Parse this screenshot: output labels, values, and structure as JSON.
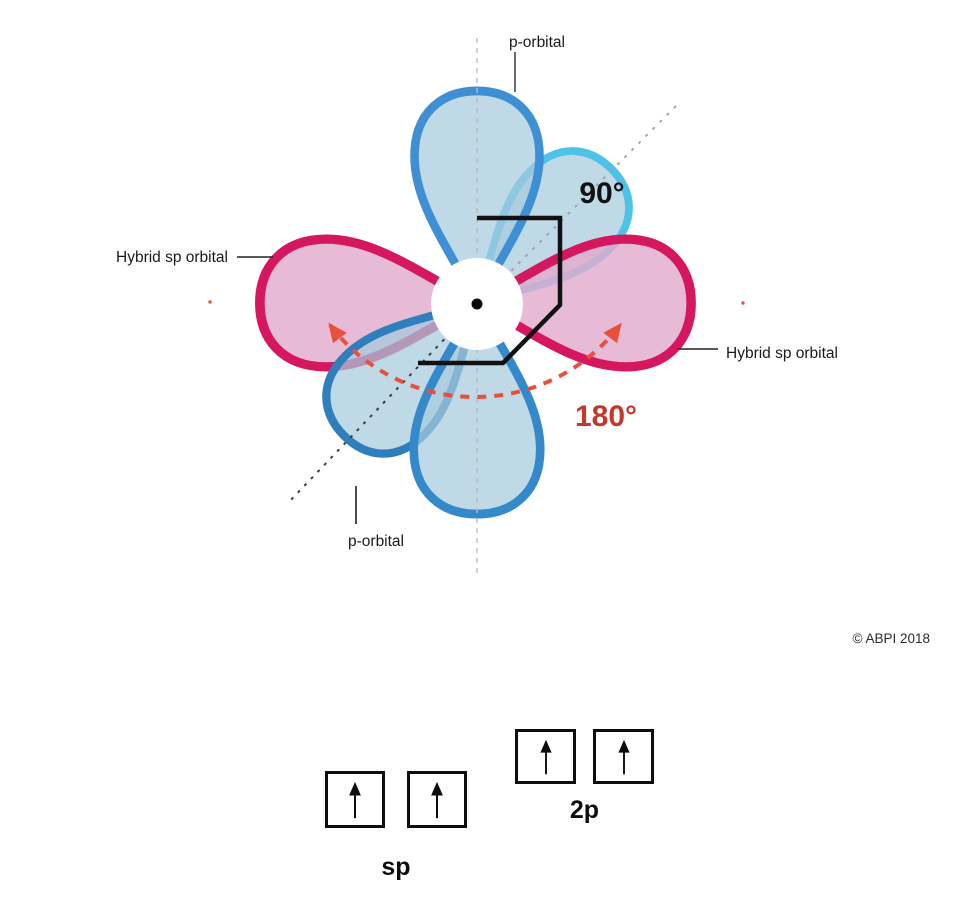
{
  "diagram": {
    "title_implicit": "sp hybridisation orbital diagram",
    "labels": {
      "p_orbital_top": "p-orbital",
      "p_orbital_bottom": "p-orbital",
      "hybrid_sp_left": "Hybrid sp orbital",
      "hybrid_sp_right": "Hybrid sp orbital",
      "angle_90": "90°",
      "angle_180": "180°"
    },
    "orbitals": [
      {
        "name": "p-orbital vertical lobe up",
        "outline_color": "#3e8fd3",
        "fill_color": "#c3dce8",
        "axis": "vertical"
      },
      {
        "name": "p-orbital vertical lobe down",
        "outline_color": "#3489cb",
        "fill_color": "#c3dce8",
        "axis": "vertical"
      },
      {
        "name": "p-orbital diagonal lobe up-right",
        "outline_color": "#4fc2e8",
        "fill_color": "#c6dee8",
        "axis": "diagonal-45deg"
      },
      {
        "name": "p-orbital diagonal lobe down-left",
        "outline_color": "#2f7fbc",
        "fill_color": "#cbe2ec",
        "axis": "diagonal-45deg"
      },
      {
        "name": "hybrid sp lobe left",
        "outline_color": "#d4175f",
        "fill_color": "#e8c3d8",
        "axis": "horizontal"
      },
      {
        "name": "hybrid sp lobe right",
        "outline_color": "#d4175f",
        "fill_color": "#e8c3d8",
        "axis": "horizontal"
      }
    ],
    "angles": {
      "between_p_and_sp": "90°",
      "between_sp_lobes": "180°"
    },
    "colors": {
      "arc_red": "#e8503c",
      "angle_text_red": "#c0392b",
      "bracket_black": "#111111",
      "dashed_axis_gray": "#b3bcc2",
      "dashed_diagonal_gray": "#9aa1a7",
      "dashed_diagonal_dark": "#3c3c3c"
    }
  },
  "copyright": "© ABPI 2018",
  "energy_diagram": {
    "groups": [
      {
        "label": "sp",
        "boxes": [
          {
            "electron": "up"
          },
          {
            "electron": "up"
          }
        ]
      },
      {
        "label": "2p",
        "boxes": [
          {
            "electron": "up"
          },
          {
            "electron": "up"
          }
        ]
      }
    ]
  }
}
